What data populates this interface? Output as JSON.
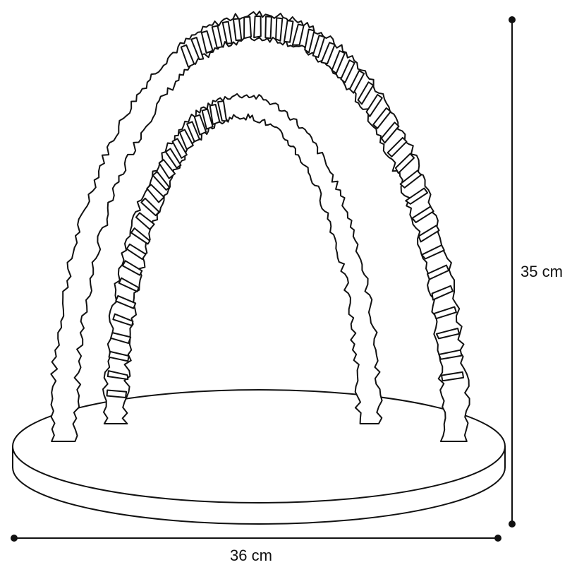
{
  "dimensions": {
    "height_label": "35 cm",
    "width_label": "36 cm"
  },
  "colors": {
    "line": "#111111",
    "background": "#ffffff"
  },
  "product": {
    "parts": [
      "base-disc",
      "outer-brush-arch",
      "inner-brush-arch"
    ]
  }
}
